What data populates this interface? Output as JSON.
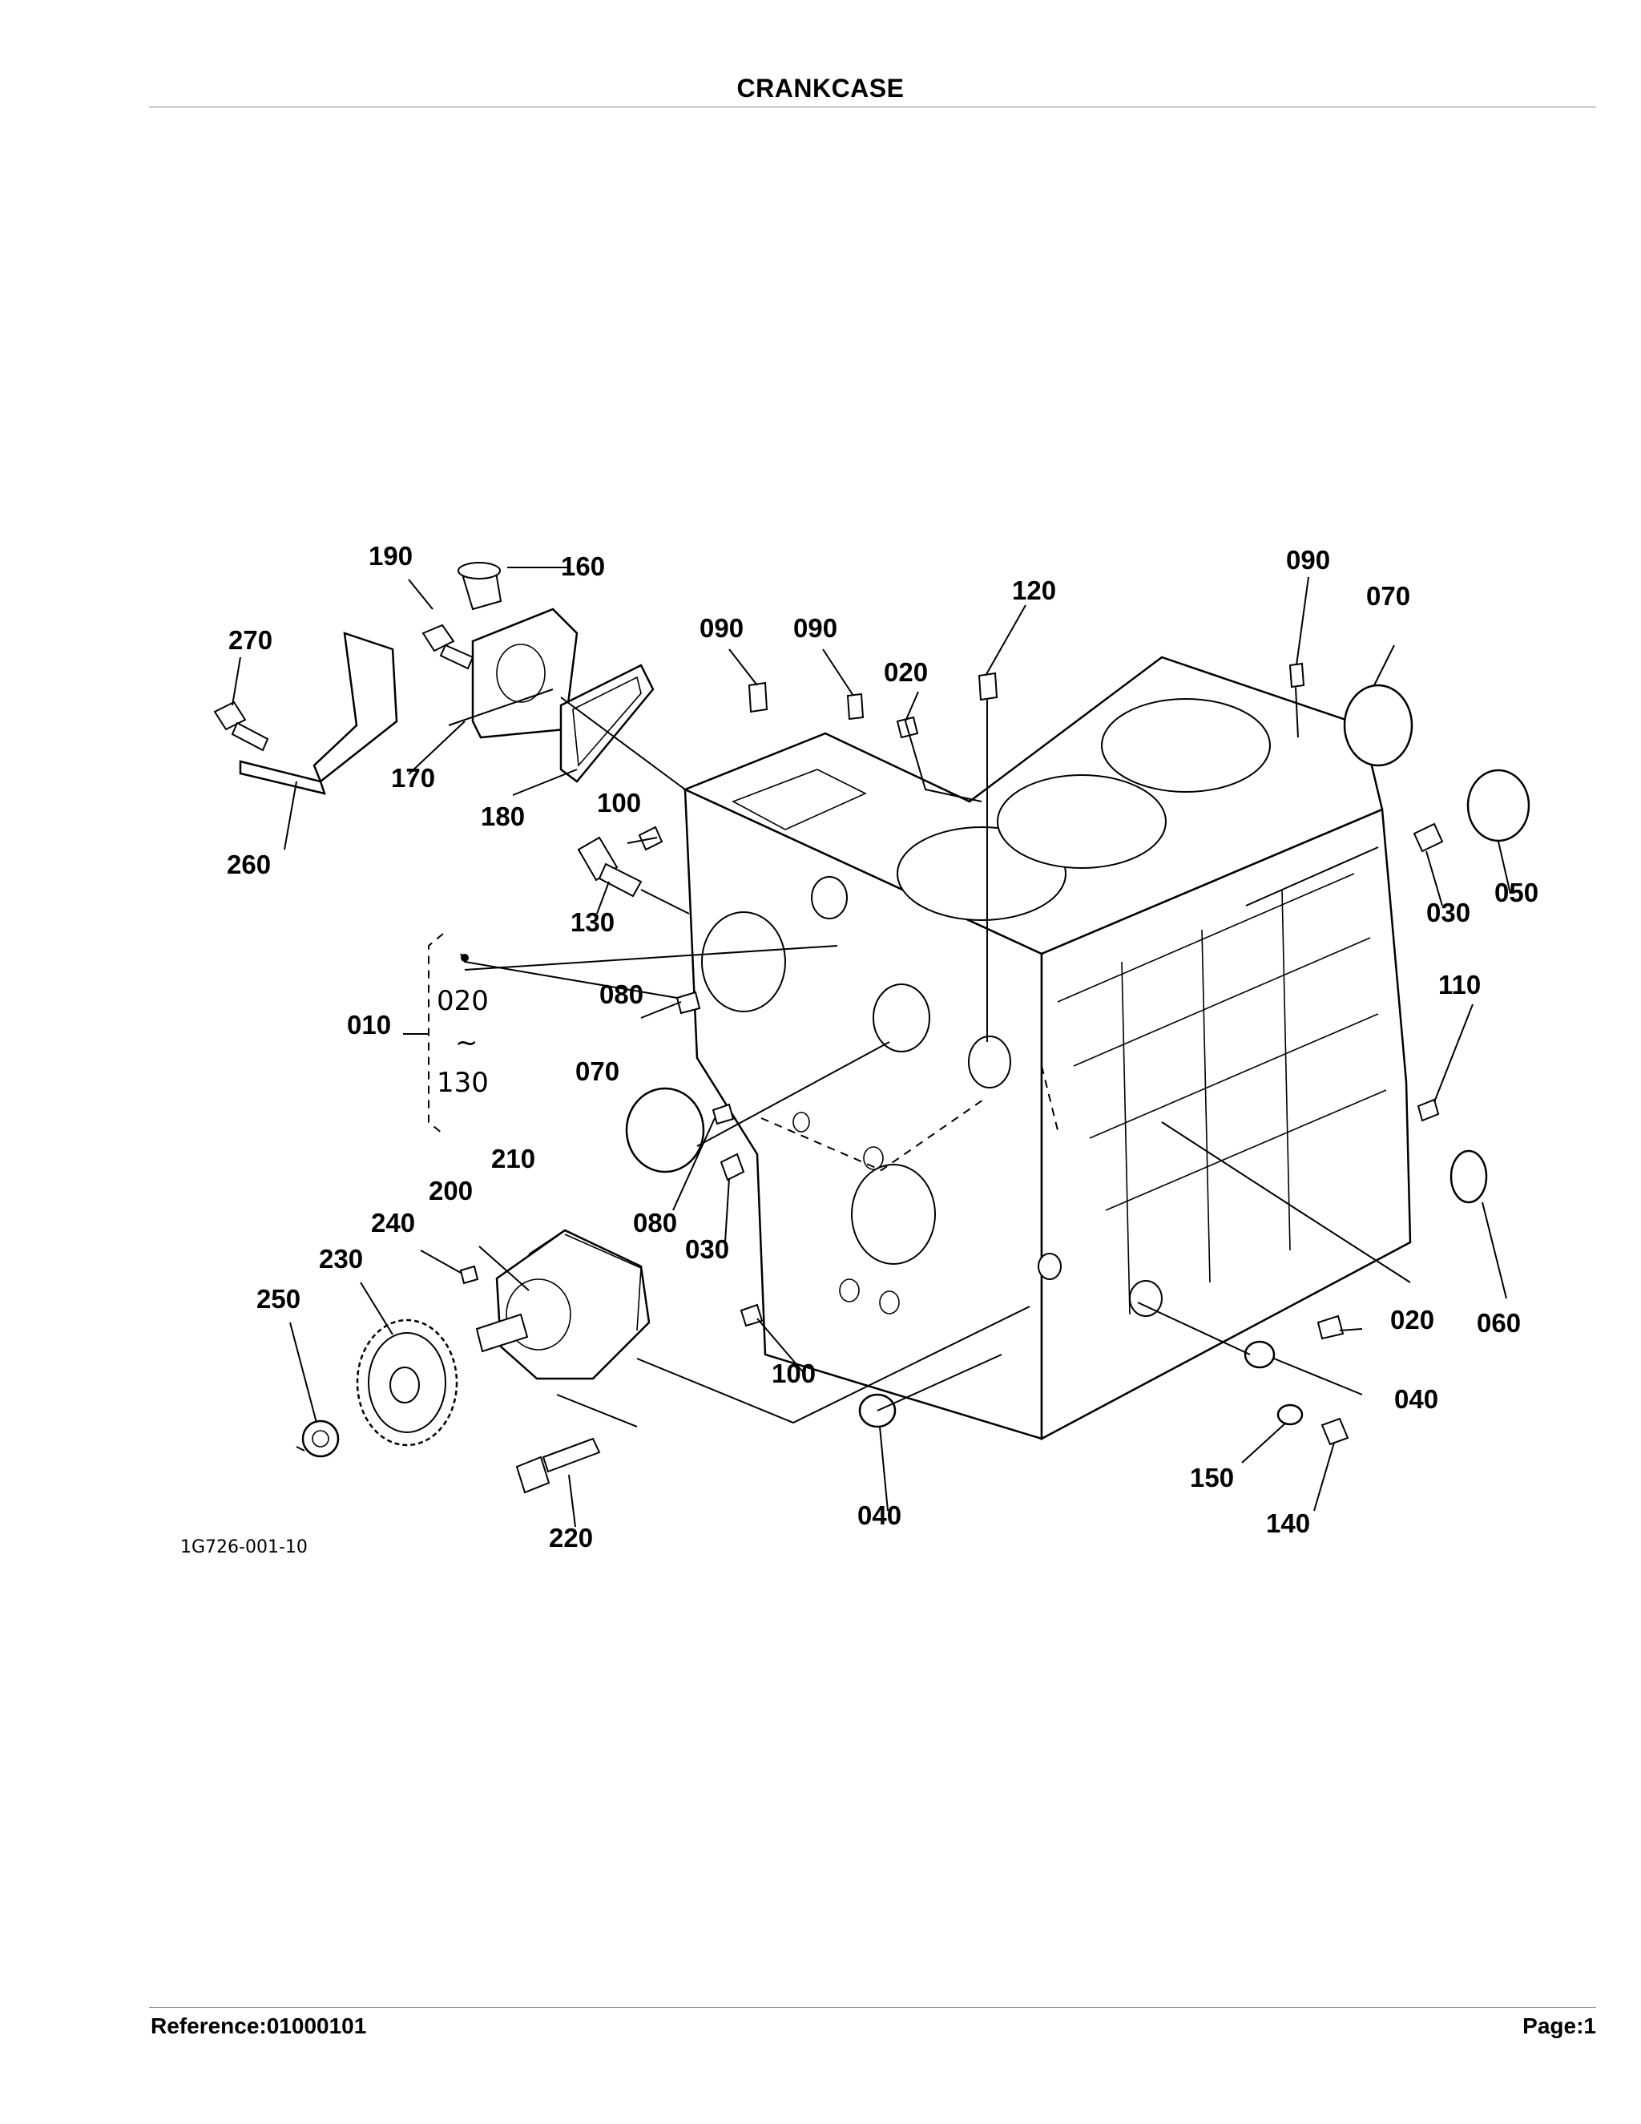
{
  "title": "CRANKCASE",
  "figure_code": "1G726-001-10",
  "range_label": {
    "top": "020",
    "tilde": "~",
    "bottom": "130"
  },
  "callouts": [
    {
      "id": "190",
      "label": "190"
    },
    {
      "id": "160",
      "label": "160"
    },
    {
      "id": "270",
      "label": "270"
    },
    {
      "id": "170",
      "label": "170"
    },
    {
      "id": "180",
      "label": "180"
    },
    {
      "id": "260",
      "label": "260"
    },
    {
      "id": "090a",
      "label": "090"
    },
    {
      "id": "090b",
      "label": "090"
    },
    {
      "id": "020a",
      "label": "020"
    },
    {
      "id": "120",
      "label": "120"
    },
    {
      "id": "090c",
      "label": "090"
    },
    {
      "id": "070a",
      "label": "070"
    },
    {
      "id": "050",
      "label": "050"
    },
    {
      "id": "030a",
      "label": "030"
    },
    {
      "id": "100a",
      "label": "100"
    },
    {
      "id": "130",
      "label": "130"
    },
    {
      "id": "010",
      "label": "010"
    },
    {
      "id": "080a",
      "label": "080"
    },
    {
      "id": "070b",
      "label": "070"
    },
    {
      "id": "110",
      "label": "110"
    },
    {
      "id": "080b",
      "label": "080"
    },
    {
      "id": "030b",
      "label": "030"
    },
    {
      "id": "210",
      "label": "210"
    },
    {
      "id": "200",
      "label": "200"
    },
    {
      "id": "240",
      "label": "240"
    },
    {
      "id": "230",
      "label": "230"
    },
    {
      "id": "250",
      "label": "250"
    },
    {
      "id": "100b",
      "label": "100"
    },
    {
      "id": "020b",
      "label": "020"
    },
    {
      "id": "060",
      "label": "060"
    },
    {
      "id": "040a",
      "label": "040"
    },
    {
      "id": "150",
      "label": "150"
    },
    {
      "id": "140",
      "label": "140"
    },
    {
      "id": "040b",
      "label": "040"
    },
    {
      "id": "220",
      "label": "220"
    }
  ],
  "footer": {
    "reference": "Reference:01000101",
    "page": "Page:1"
  }
}
